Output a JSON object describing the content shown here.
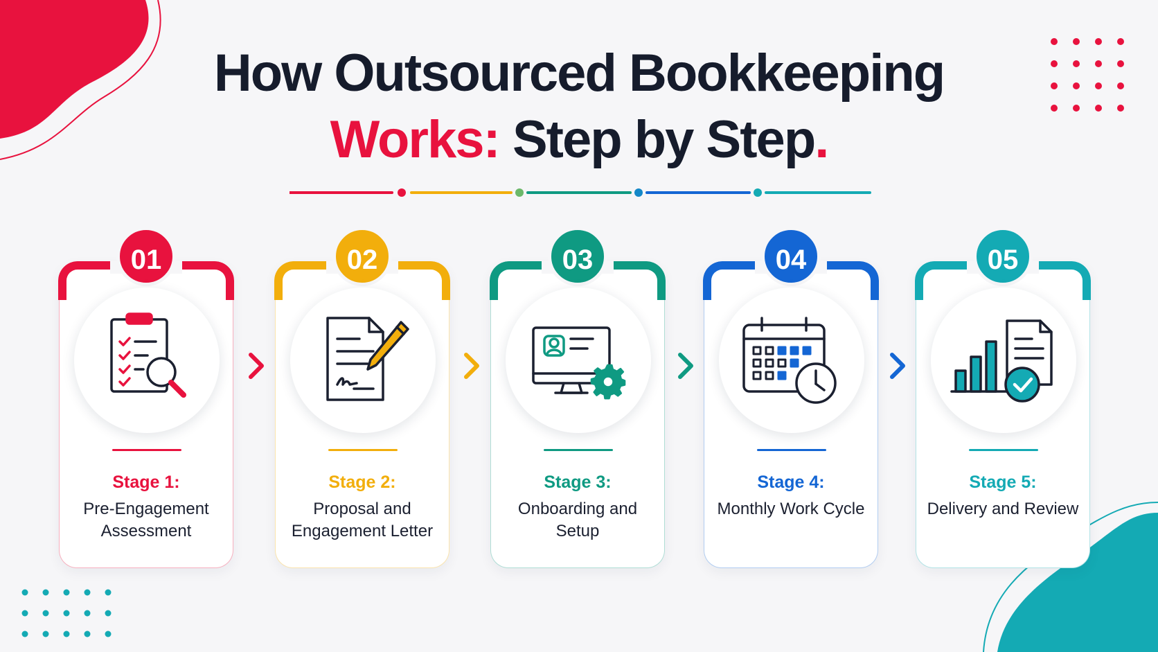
{
  "title": {
    "line1": "How Outsourced Bookkeeping",
    "line2_accent": "Works:",
    "line2_rest": " Step by Step",
    "line2_period": "."
  },
  "colors": {
    "red": "#e8123e",
    "yellow": "#f2ae0c",
    "green": "#0f9a82",
    "blue": "#1466d4",
    "teal": "#14aab4",
    "dark": "#161c2c"
  },
  "steps": [
    {
      "number": "01",
      "label": "Stage 1:",
      "name": "Pre-Engagement Assessment",
      "icon": "clipboard-magnifier-icon",
      "color": "#e8123e"
    },
    {
      "number": "02",
      "label": "Stage 2:",
      "name": "Proposal and Engagement Letter",
      "icon": "document-pen-icon",
      "color": "#f2ae0c"
    },
    {
      "number": "03",
      "label": "Stage 3:",
      "name": "Onboarding and Setup",
      "icon": "monitor-gear-icon",
      "color": "#0f9a82"
    },
    {
      "number": "04",
      "label": "Stage 4:",
      "name": "Monthly Work Cycle",
      "icon": "calendar-clock-icon",
      "color": "#1466d4"
    },
    {
      "number": "05",
      "label": "Stage 5:",
      "name": "Delivery and Review",
      "icon": "chart-check-icon",
      "color": "#14aab4"
    }
  ]
}
